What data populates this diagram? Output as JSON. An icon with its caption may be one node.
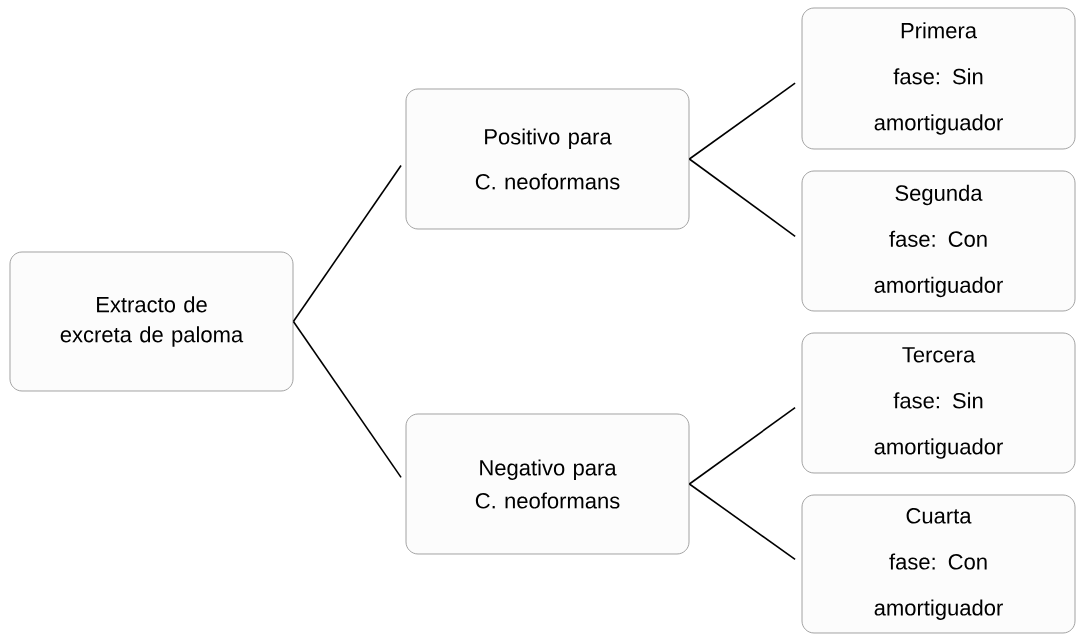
{
  "diagram": {
    "nodes": [
      {
        "text": [
          "Extracto de excreta de paloma"
        ]
      },
      {
        "text": [
          "Positivo para C. neoformans"
        ]
      },
      {
        "text": [
          "Negativo para C. neoformans"
        ]
      },
      {
        "text": [
          "Primera fase: Sin amortiguador"
        ]
      },
      {
        "text": [
          "Segunda fase: Con amortiguador"
        ]
      },
      {
        "text": [
          "Tercera fase: Sin amortiguador"
        ]
      },
      {
        "text": [
          "Cuarta fase: Con amortiguador"
        ]
      }
    ],
    "edges": [
      {
        "from": 0,
        "to": 1,
        "arrow": "none"
      },
      {
        "from": 0,
        "to": 2,
        "arrow": "none"
      },
      {
        "from": 1,
        "to": 3,
        "arrow": "none"
      },
      {
        "from": 1,
        "to": 4,
        "arrow": "none"
      },
      {
        "from": 2,
        "to": 5,
        "arrow": "none"
      },
      {
        "from": 2,
        "to": 6,
        "arrow": "none"
      }
    ]
  }
}
